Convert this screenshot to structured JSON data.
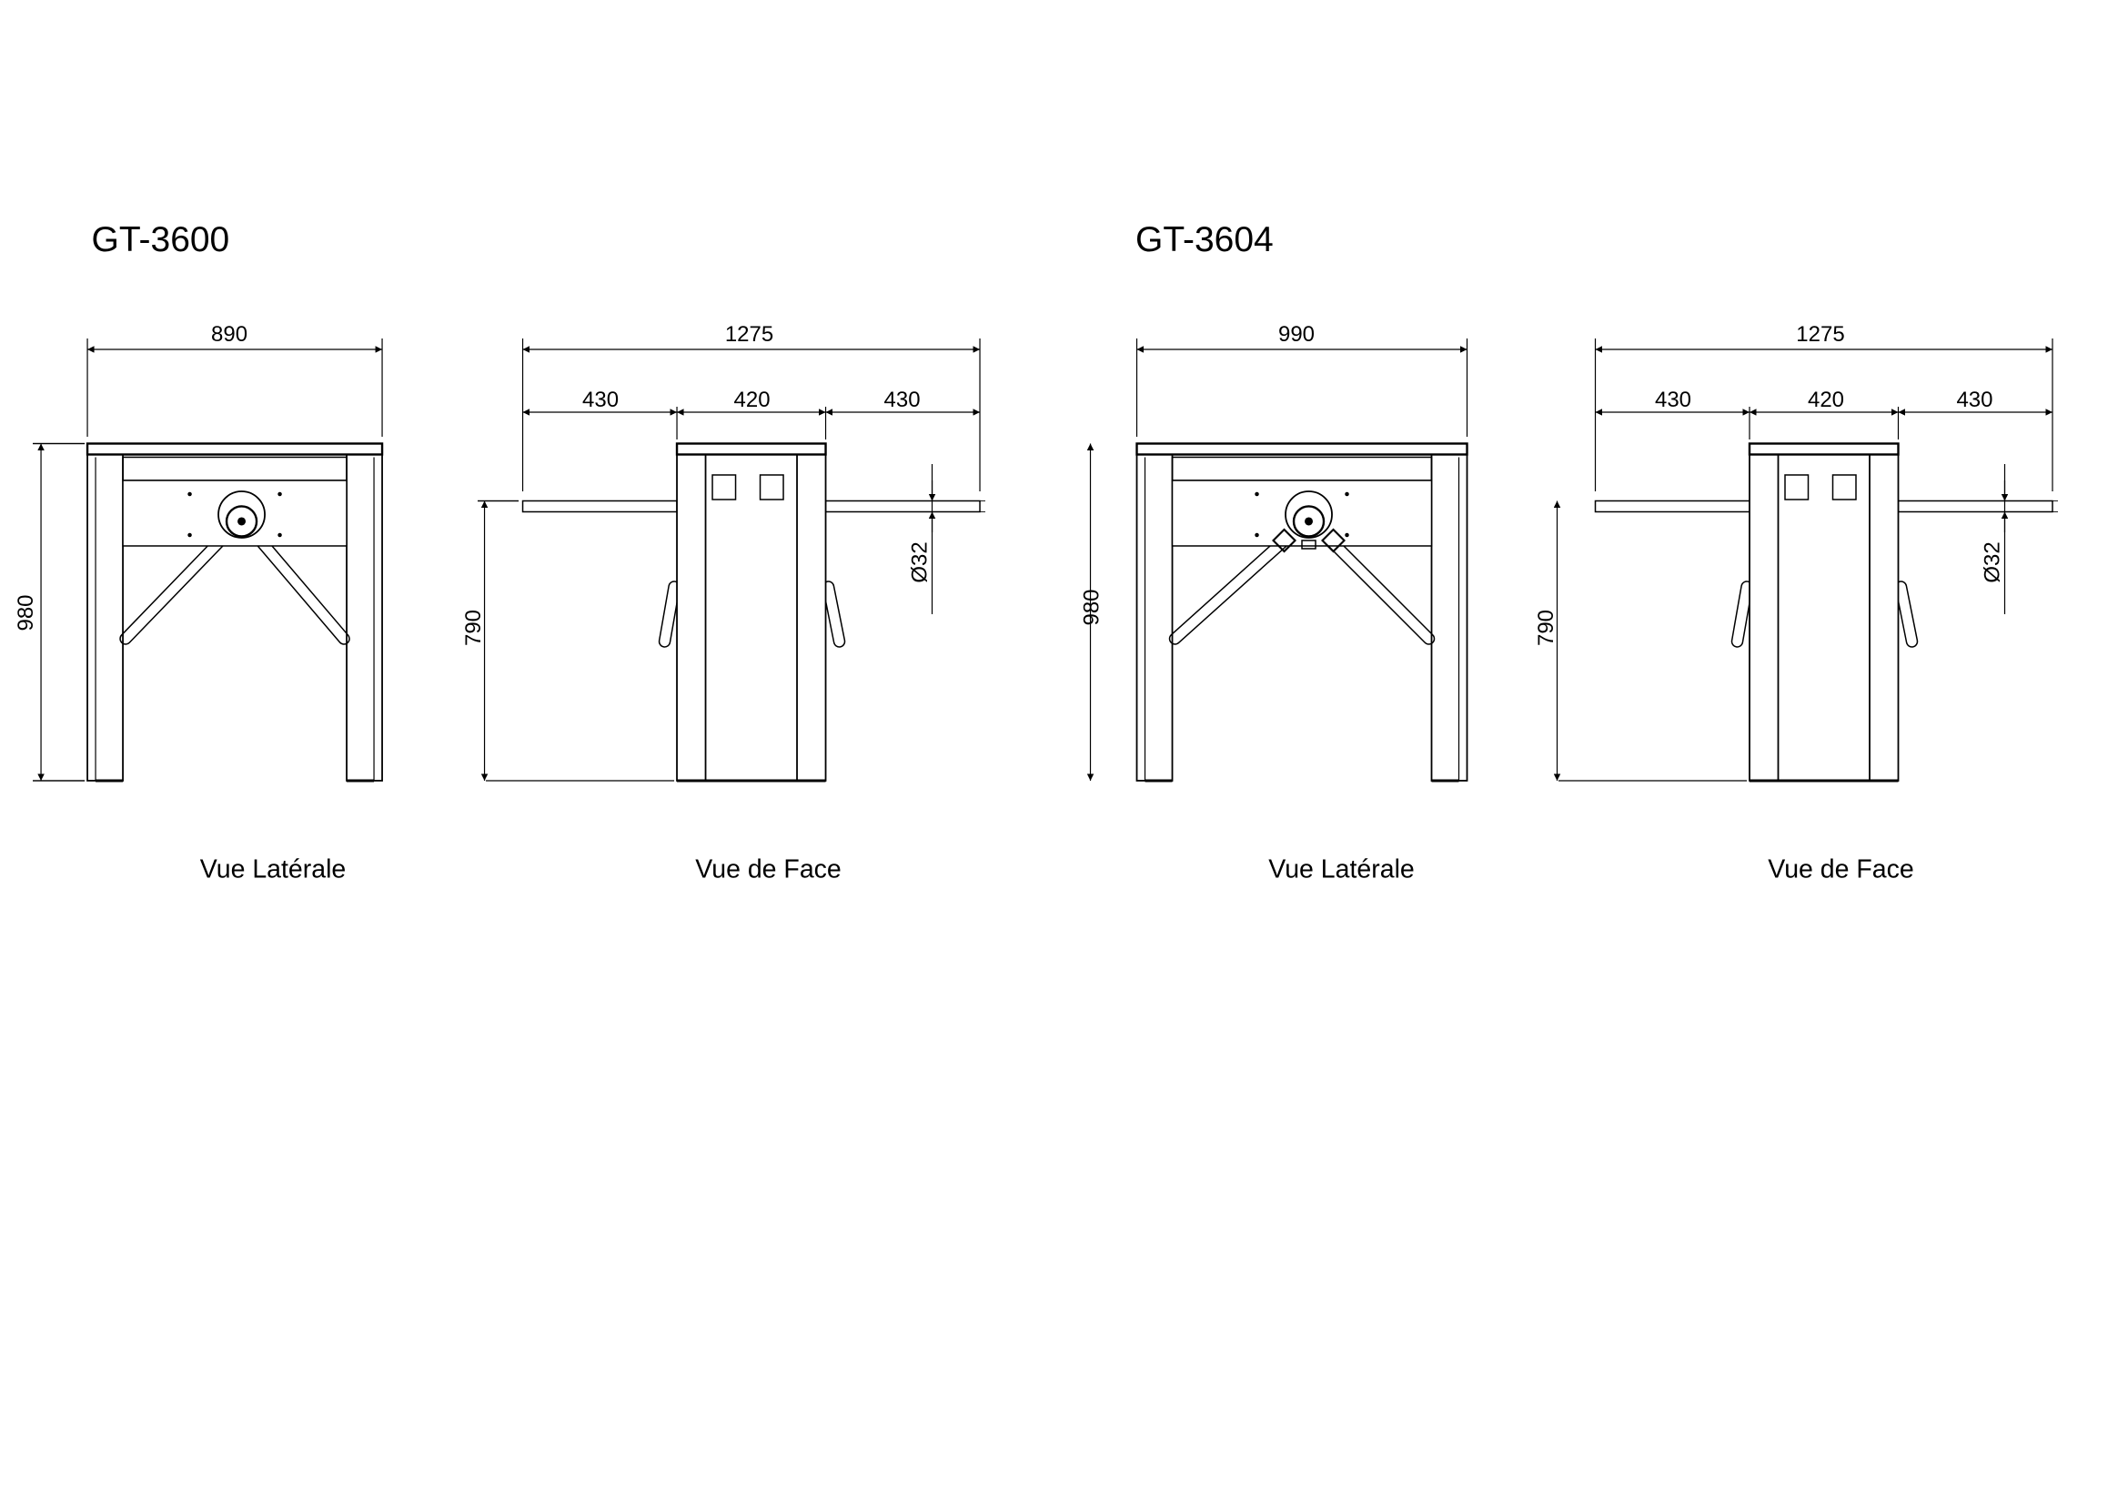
{
  "products": [
    {
      "model": "GT-3600",
      "side_width": "890",
      "side_height": "980",
      "total_width": "1275",
      "arm_left": "430",
      "body_width": "420",
      "arm_right": "430",
      "arm_height": "790",
      "arm_diameter": "Ø32",
      "side_label": "Vue Latérale",
      "front_label": "Vue de Face"
    },
    {
      "model": "GT-3604",
      "side_width": "990",
      "side_height": "980",
      "total_width": "1275",
      "arm_left": "430",
      "body_width": "420",
      "arm_right": "430",
      "arm_height": "790",
      "arm_diameter": "Ø32",
      "side_label": "Vue Latérale",
      "front_label": "Vue de Face"
    }
  ],
  "colors": {
    "line": "#000000",
    "background": "#ffffff"
  }
}
